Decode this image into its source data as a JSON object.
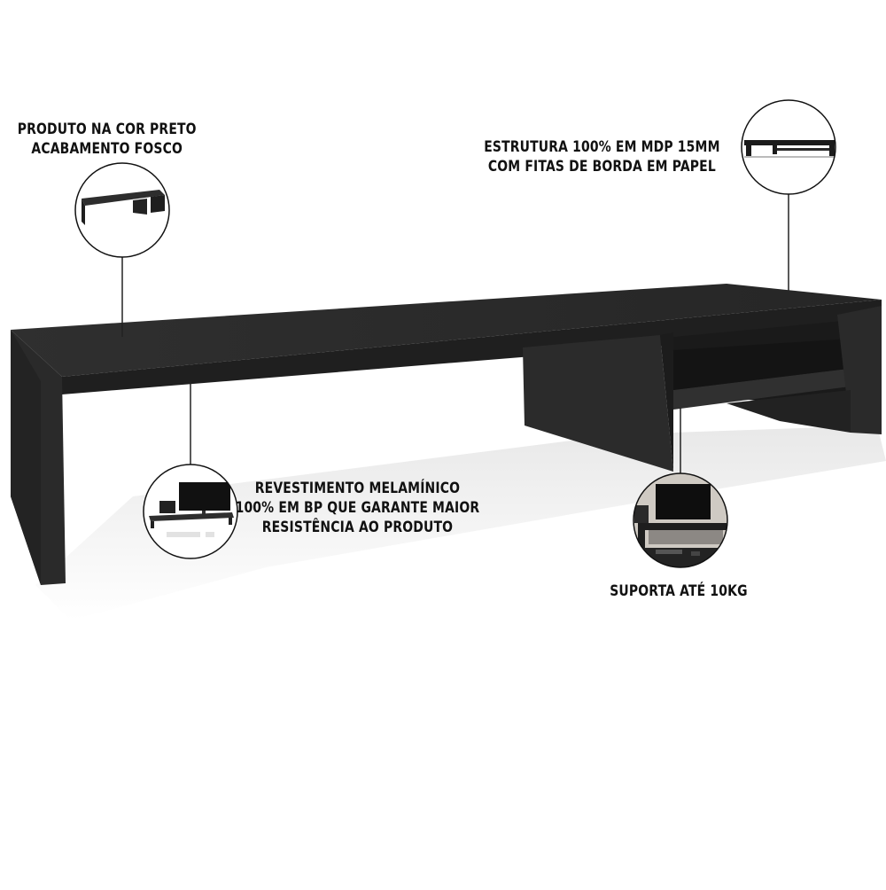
{
  "callouts": [
    {
      "lines": [
        "PRODUTO NA COR PRETO",
        "ACABAMENTO FOSCO"
      ],
      "icon": "black-stand-thumbnail-icon"
    },
    {
      "lines": [
        "ESTRUTURA 100% EM MDP 15MM",
        "COM FITAS DE BORDA EM PAPEL"
      ],
      "icon": "side-profile-thumbnail-icon"
    },
    {
      "lines": [
        "REVESTIMENTO MELAMÍNICO",
        "100% EM BP QUE GARANTE MAIOR",
        "RESISTÊNCIA AO PRODUTO"
      ],
      "icon": "desk-setup-thumbnail-icon"
    },
    {
      "lines": [
        "SUPORTA ATÉ 10KG"
      ],
      "icon": "monitor-on-stand-thumbnail-icon"
    }
  ],
  "colors": {
    "product": "#2b2b2b",
    "background": "#ffffff",
    "leader": "#222222"
  }
}
